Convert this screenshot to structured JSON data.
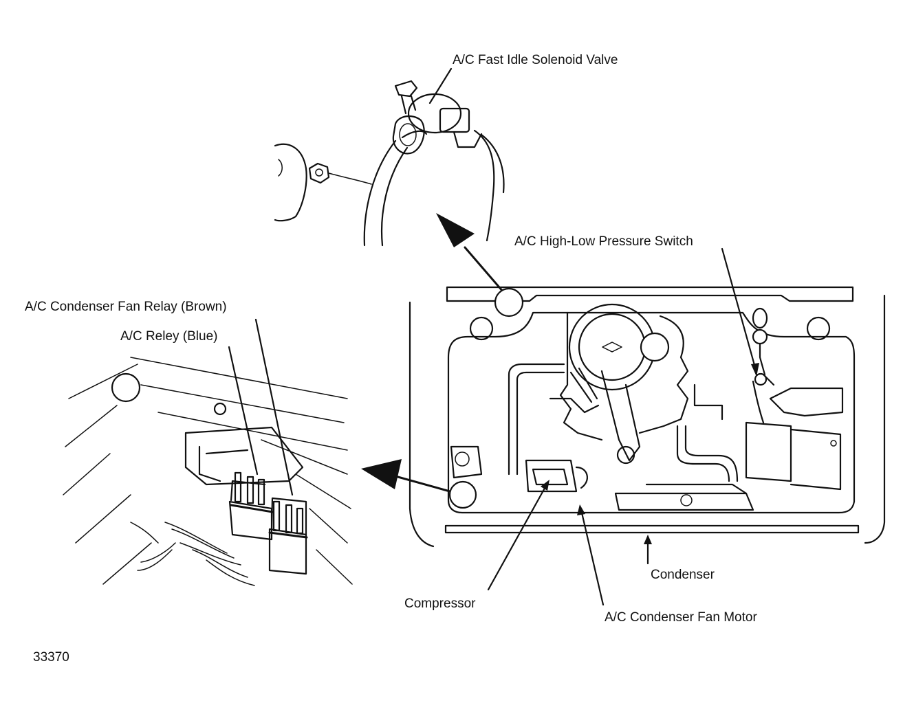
{
  "labels": {
    "fast_idle": "A/C Fast Idle Solenoid Valve",
    "pressure_switch": "A/C High-Low Pressure Switch",
    "fan_relay": "A/C Condenser Fan Relay (Brown)",
    "ac_relay": "A/C Reley (Blue)",
    "condenser": "Condenser",
    "compressor": "Compressor",
    "fan_motor": "A/C Condenser Fan Motor",
    "figure_number": "33370"
  }
}
